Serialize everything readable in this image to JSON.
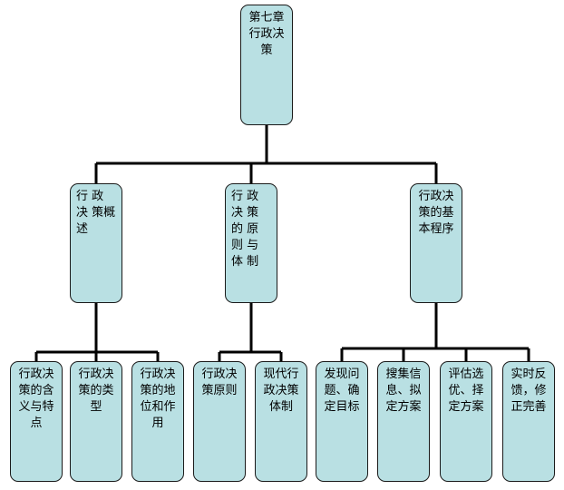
{
  "diagram": {
    "root": {
      "label": "第七章行政决策"
    },
    "sections": [
      {
        "label": "行 政 决 策概述",
        "children": [
          {
            "label": "行政决策的含义与特点"
          },
          {
            "label": "行政决策的类型"
          },
          {
            "label": "行政决策的地位和作用"
          }
        ]
      },
      {
        "label": "行 政 决 策 的 原 则 与 体 制",
        "children": [
          {
            "label": "行政决策原则"
          },
          {
            "label": "现代行政决策体制"
          }
        ]
      },
      {
        "label": "行政决策的基本程序",
        "children": [
          {
            "label": "发现问题、确定目标"
          },
          {
            "label": "搜集信息、拟定方案"
          },
          {
            "label": "评估选优、择定方案"
          },
          {
            "label": "实时反馈，修正完善"
          }
        ]
      }
    ]
  }
}
